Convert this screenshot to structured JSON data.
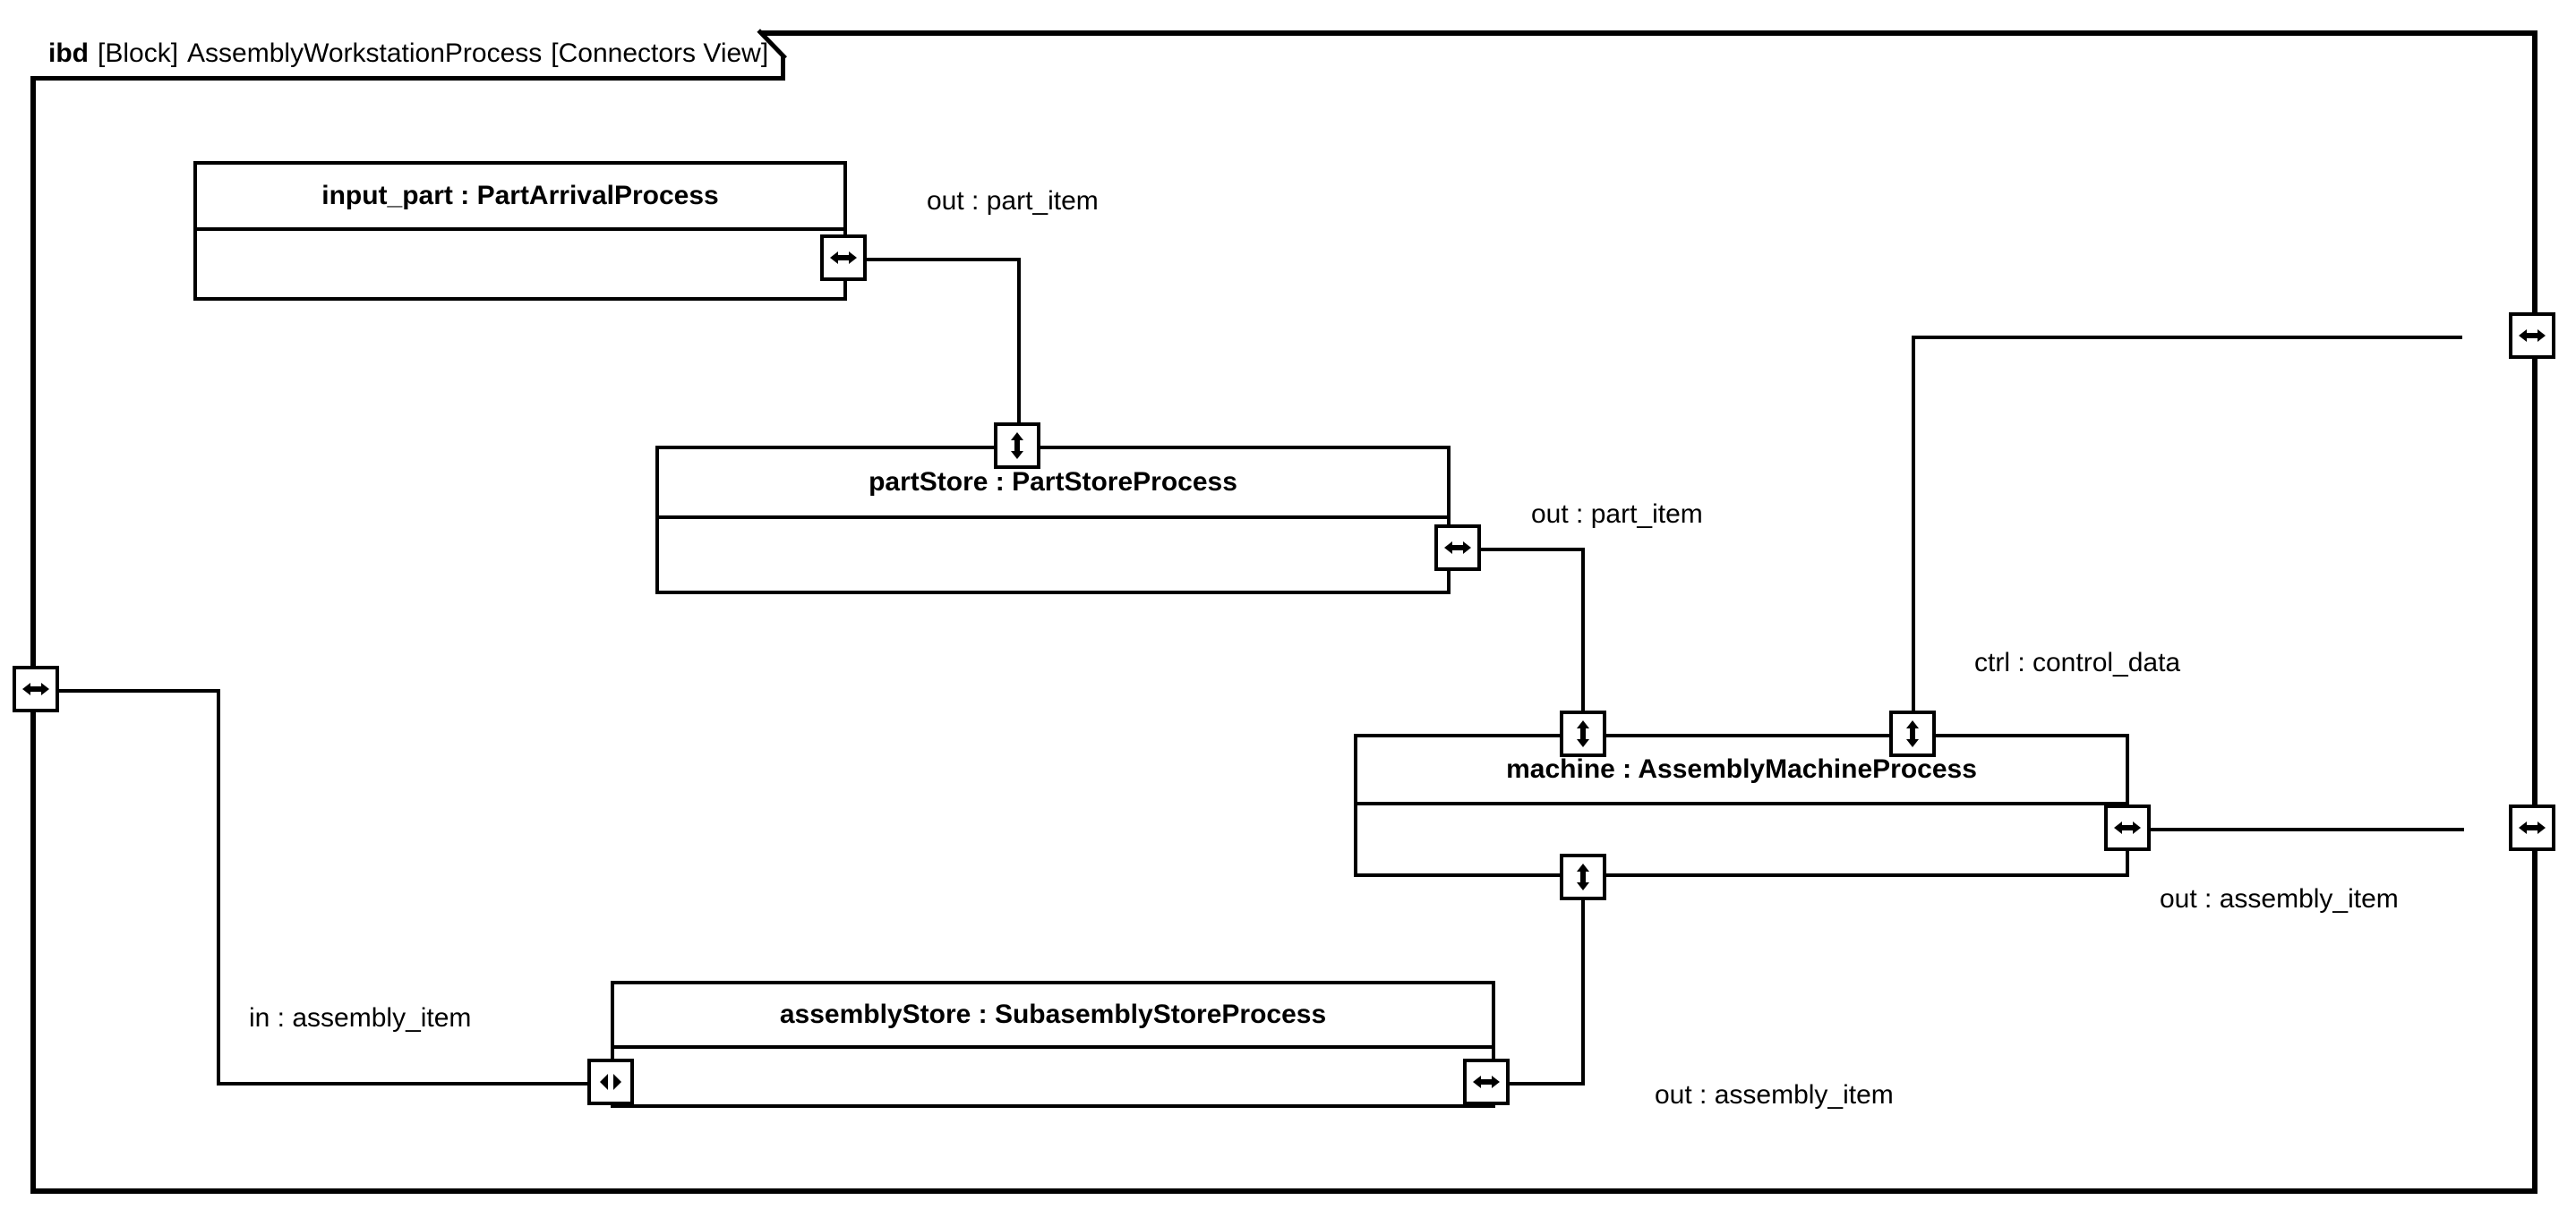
{
  "frame": {
    "keyword": "ibd",
    "stereotype": "[Block]",
    "name": "AssemblyWorkstationProcess",
    "view": "[Connectors View]",
    "border_color": "#000000",
    "background_color": "#ffffff"
  },
  "blocks": [
    {
      "id": "input_part",
      "title": "input_part : PartArrivalProcess"
    },
    {
      "id": "partStore",
      "title": "partStore : PartStoreProcess"
    },
    {
      "id": "machine",
      "title": "machine : AssemblyMachineProcess"
    },
    {
      "id": "assemblyStore",
      "title": "assemblyStore : SubasemblyStoreProcess"
    }
  ],
  "ports": [
    {
      "id": "input_part-out",
      "owner": "input_part",
      "side": "right",
      "icon": "bidirectional-horizontal-arrow-icon"
    },
    {
      "id": "partStore-top",
      "owner": "partStore",
      "side": "top",
      "icon": "bidirectional-vertical-arrow-icon"
    },
    {
      "id": "partStore-out",
      "owner": "partStore",
      "side": "right",
      "icon": "bidirectional-horizontal-arrow-icon"
    },
    {
      "id": "machine-top-left",
      "owner": "machine",
      "side": "top",
      "icon": "bidirectional-vertical-arrow-icon"
    },
    {
      "id": "machine-top-right",
      "owner": "machine",
      "side": "top",
      "icon": "bidirectional-vertical-arrow-icon"
    },
    {
      "id": "machine-out",
      "owner": "machine",
      "side": "right",
      "icon": "bidirectional-horizontal-arrow-icon"
    },
    {
      "id": "machine-bottom",
      "owner": "machine",
      "side": "bottom",
      "icon": "bidirectional-vertical-arrow-icon"
    },
    {
      "id": "assemblyStore-in",
      "owner": "assemblyStore",
      "side": "left",
      "icon": "outward-arrowheads-icon"
    },
    {
      "id": "assemblyStore-out",
      "owner": "assemblyStore",
      "side": "right",
      "icon": "bidirectional-horizontal-arrow-icon"
    },
    {
      "id": "frame-left-port",
      "owner": "frame",
      "side": "left",
      "icon": "bidirectional-horizontal-arrow-icon"
    },
    {
      "id": "frame-right-port-top",
      "owner": "frame",
      "side": "right",
      "icon": "bidirectional-horizontal-arrow-icon"
    },
    {
      "id": "frame-right-port-mid",
      "owner": "frame",
      "side": "right",
      "icon": "bidirectional-horizontal-arrow-icon"
    }
  ],
  "connector_labels": [
    {
      "id": "label-out-part-item-1",
      "text": "out : part_item"
    },
    {
      "id": "label-out-part-item-2",
      "text": "out : part_item"
    },
    {
      "id": "label-ctrl-control-data",
      "text": "ctrl : control_data"
    },
    {
      "id": "label-out-assembly-item-1",
      "text": "out : assembly_item"
    },
    {
      "id": "label-in-assembly-item",
      "text": "in : assembly_item"
    },
    {
      "id": "label-out-assembly-item-2",
      "text": "out : assembly_item"
    }
  ]
}
